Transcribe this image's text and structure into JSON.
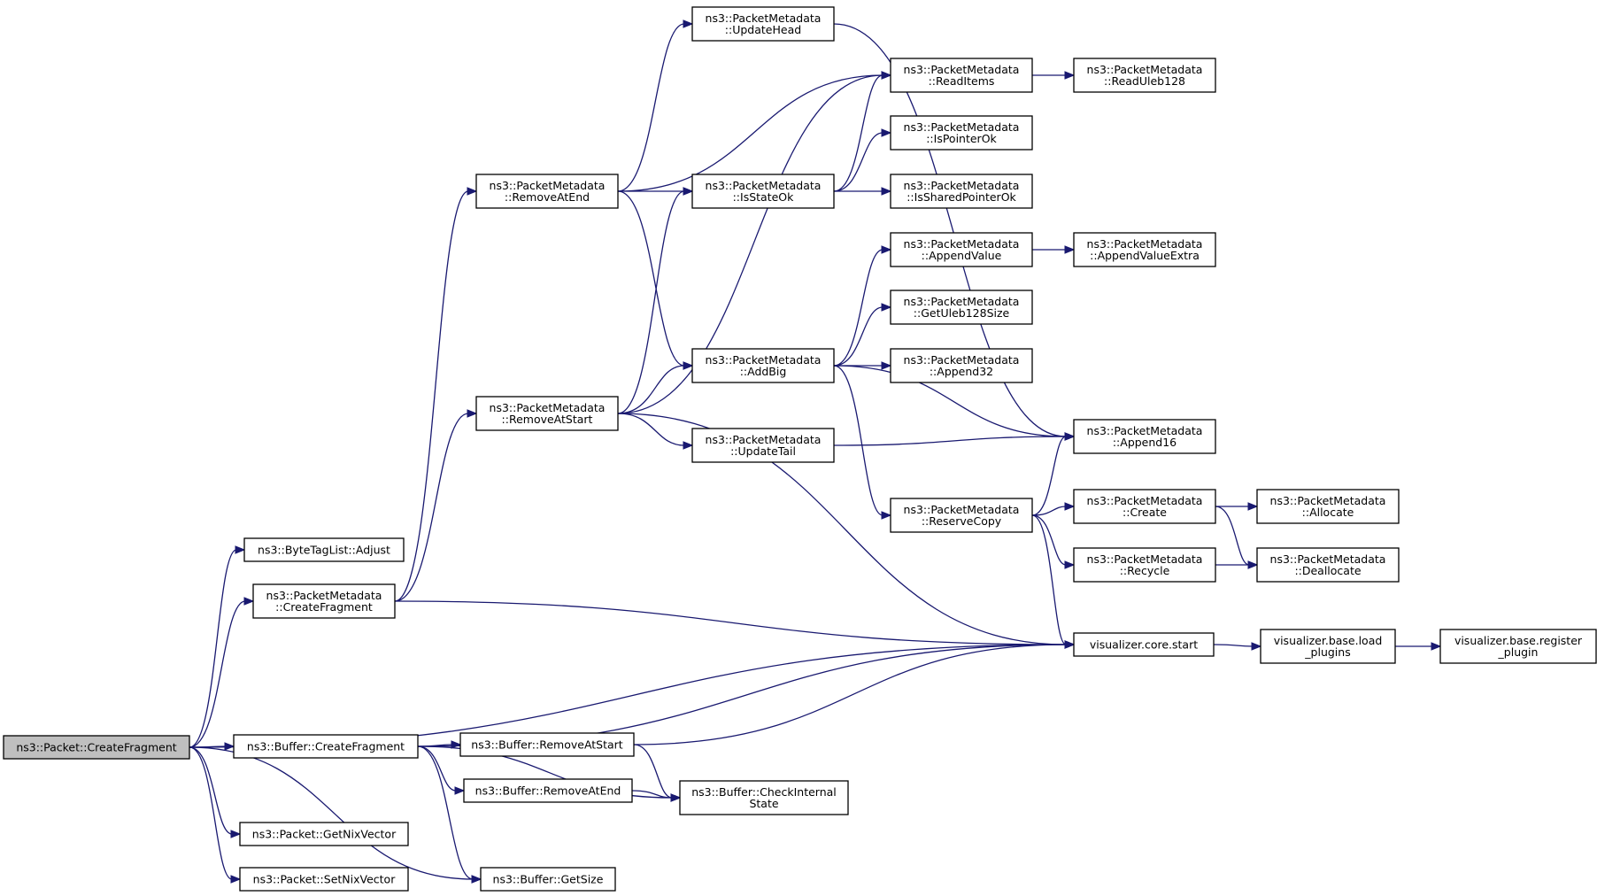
{
  "diagram": {
    "root": "ns3::Packet::CreateFragment",
    "nodes": [
      {
        "id": "root",
        "lines": [
          "ns3::Packet::CreateFragment"
        ],
        "root": true
      },
      {
        "id": "btl_adjust",
        "lines": [
          "ns3::ByteTagList::Adjust"
        ]
      },
      {
        "id": "pm_createfragment",
        "lines": [
          "ns3::PacketMetadata",
          "::CreateFragment"
        ]
      },
      {
        "id": "buf_createfragment",
        "lines": [
          "ns3::Buffer::CreateFragment"
        ]
      },
      {
        "id": "pkt_getnix",
        "lines": [
          "ns3::Packet::GetNixVector"
        ]
      },
      {
        "id": "pkt_setnix",
        "lines": [
          "ns3::Packet::SetNixVector"
        ]
      },
      {
        "id": "pm_removeatend",
        "lines": [
          "ns3::PacketMetadata",
          "::RemoveAtEnd"
        ]
      },
      {
        "id": "pm_removeatstart",
        "lines": [
          "ns3::PacketMetadata",
          "::RemoveAtStart"
        ]
      },
      {
        "id": "buf_removeatstart",
        "lines": [
          "ns3::Buffer::RemoveAtStart"
        ]
      },
      {
        "id": "buf_removeatend",
        "lines": [
          "ns3::Buffer::RemoveAtEnd"
        ]
      },
      {
        "id": "buf_getsize",
        "lines": [
          "ns3::Buffer::GetSize"
        ]
      },
      {
        "id": "pm_updatehead",
        "lines": [
          "ns3::PacketMetadata",
          "::UpdateHead"
        ]
      },
      {
        "id": "pm_isstateok",
        "lines": [
          "ns3::PacketMetadata",
          "::IsStateOk"
        ]
      },
      {
        "id": "pm_addbig",
        "lines": [
          "ns3::PacketMetadata",
          "::AddBig"
        ]
      },
      {
        "id": "pm_updatetail",
        "lines": [
          "ns3::PacketMetadata",
          "::UpdateTail"
        ]
      },
      {
        "id": "buf_checkinternal",
        "lines": [
          "ns3::Buffer::CheckInternal",
          "State"
        ]
      },
      {
        "id": "pm_readitems",
        "lines": [
          "ns3::PacketMetadata",
          "::ReadItems"
        ]
      },
      {
        "id": "pm_ispointerok",
        "lines": [
          "ns3::PacketMetadata",
          "::IsPointerOk"
        ]
      },
      {
        "id": "pm_issharedpointerok",
        "lines": [
          "ns3::PacketMetadata",
          "::IsSharedPointerOk"
        ]
      },
      {
        "id": "pm_appendvalue",
        "lines": [
          "ns3::PacketMetadata",
          "::AppendValue"
        ]
      },
      {
        "id": "pm_getuleb128size",
        "lines": [
          "ns3::PacketMetadata",
          "::GetUleb128Size"
        ]
      },
      {
        "id": "pm_append32",
        "lines": [
          "ns3::PacketMetadata",
          "::Append32"
        ]
      },
      {
        "id": "pm_reservecopy",
        "lines": [
          "ns3::PacketMetadata",
          "::ReserveCopy"
        ]
      },
      {
        "id": "pm_readuleb128",
        "lines": [
          "ns3::PacketMetadata",
          "::ReadUleb128"
        ]
      },
      {
        "id": "pm_appendvalueextra",
        "lines": [
          "ns3::PacketMetadata",
          "::AppendValueExtra"
        ]
      },
      {
        "id": "pm_append16",
        "lines": [
          "ns3::PacketMetadata",
          "::Append16"
        ]
      },
      {
        "id": "pm_create",
        "lines": [
          "ns3::PacketMetadata",
          "::Create"
        ]
      },
      {
        "id": "pm_recycle",
        "lines": [
          "ns3::PacketMetadata",
          "::Recycle"
        ]
      },
      {
        "id": "viz_core_start",
        "lines": [
          "visualizer.core.start"
        ]
      },
      {
        "id": "pm_allocate",
        "lines": [
          "ns3::PacketMetadata",
          "::Allocate"
        ]
      },
      {
        "id": "pm_deallocate",
        "lines": [
          "ns3::PacketMetadata",
          "::Deallocate"
        ]
      },
      {
        "id": "viz_load_plugins",
        "lines": [
          "visualizer.base.load",
          "_plugins"
        ]
      },
      {
        "id": "viz_register_plugin",
        "lines": [
          "visualizer.base.register",
          "_plugin"
        ]
      }
    ],
    "edges": [
      [
        "root",
        "btl_adjust"
      ],
      [
        "root",
        "pm_createfragment"
      ],
      [
        "root",
        "viz_core_start"
      ],
      [
        "root",
        "buf_createfragment"
      ],
      [
        "root",
        "pkt_getnix"
      ],
      [
        "root",
        "pkt_setnix"
      ],
      [
        "root",
        "buf_getsize"
      ],
      [
        "pm_createfragment",
        "pm_removeatend"
      ],
      [
        "pm_createfragment",
        "pm_removeatstart"
      ],
      [
        "pm_createfragment",
        "viz_core_start"
      ],
      [
        "buf_createfragment",
        "viz_core_start"
      ],
      [
        "buf_createfragment",
        "buf_removeatstart"
      ],
      [
        "buf_createfragment",
        "buf_removeatend"
      ],
      [
        "buf_createfragment",
        "buf_checkinternal"
      ],
      [
        "buf_createfragment",
        "buf_getsize"
      ],
      [
        "pm_removeatend",
        "pm_updatehead"
      ],
      [
        "pm_removeatend",
        "pm_readitems"
      ],
      [
        "pm_removeatend",
        "pm_isstateok"
      ],
      [
        "pm_removeatend",
        "pm_addbig"
      ],
      [
        "pm_removeatstart",
        "pm_readitems"
      ],
      [
        "pm_removeatstart",
        "pm_isstateok"
      ],
      [
        "pm_removeatstart",
        "pm_addbig"
      ],
      [
        "pm_removeatstart",
        "pm_updatetail"
      ],
      [
        "pm_removeatstart",
        "viz_core_start"
      ],
      [
        "buf_removeatstart",
        "viz_core_start"
      ],
      [
        "buf_removeatstart",
        "buf_checkinternal"
      ],
      [
        "buf_removeatend",
        "buf_checkinternal"
      ],
      [
        "pm_updatehead",
        "pm_append16"
      ],
      [
        "pm_isstateok",
        "pm_readitems"
      ],
      [
        "pm_isstateok",
        "pm_ispointerok"
      ],
      [
        "pm_isstateok",
        "pm_issharedpointerok"
      ],
      [
        "pm_readitems",
        "pm_readuleb128"
      ],
      [
        "pm_addbig",
        "pm_appendvalue"
      ],
      [
        "pm_addbig",
        "pm_getuleb128size"
      ],
      [
        "pm_addbig",
        "pm_append32"
      ],
      [
        "pm_addbig",
        "pm_append16"
      ],
      [
        "pm_addbig",
        "pm_reservecopy"
      ],
      [
        "pm_appendvalue",
        "pm_appendvalueextra"
      ],
      [
        "pm_updatetail",
        "pm_append16"
      ],
      [
        "pm_reservecopy",
        "pm_append16"
      ],
      [
        "pm_reservecopy",
        "pm_create"
      ],
      [
        "pm_reservecopy",
        "pm_recycle"
      ],
      [
        "pm_reservecopy",
        "viz_core_start"
      ],
      [
        "pm_create",
        "pm_allocate"
      ],
      [
        "pm_create",
        "pm_deallocate"
      ],
      [
        "pm_recycle",
        "pm_deallocate"
      ],
      [
        "viz_core_start",
        "viz_load_plugins"
      ],
      [
        "viz_load_plugins",
        "viz_register_plugin"
      ]
    ]
  },
  "colors": {
    "edge": "#191970",
    "node_fill": "#ffffff",
    "root_fill": "#bfbfbf",
    "node_stroke": "#000000"
  }
}
